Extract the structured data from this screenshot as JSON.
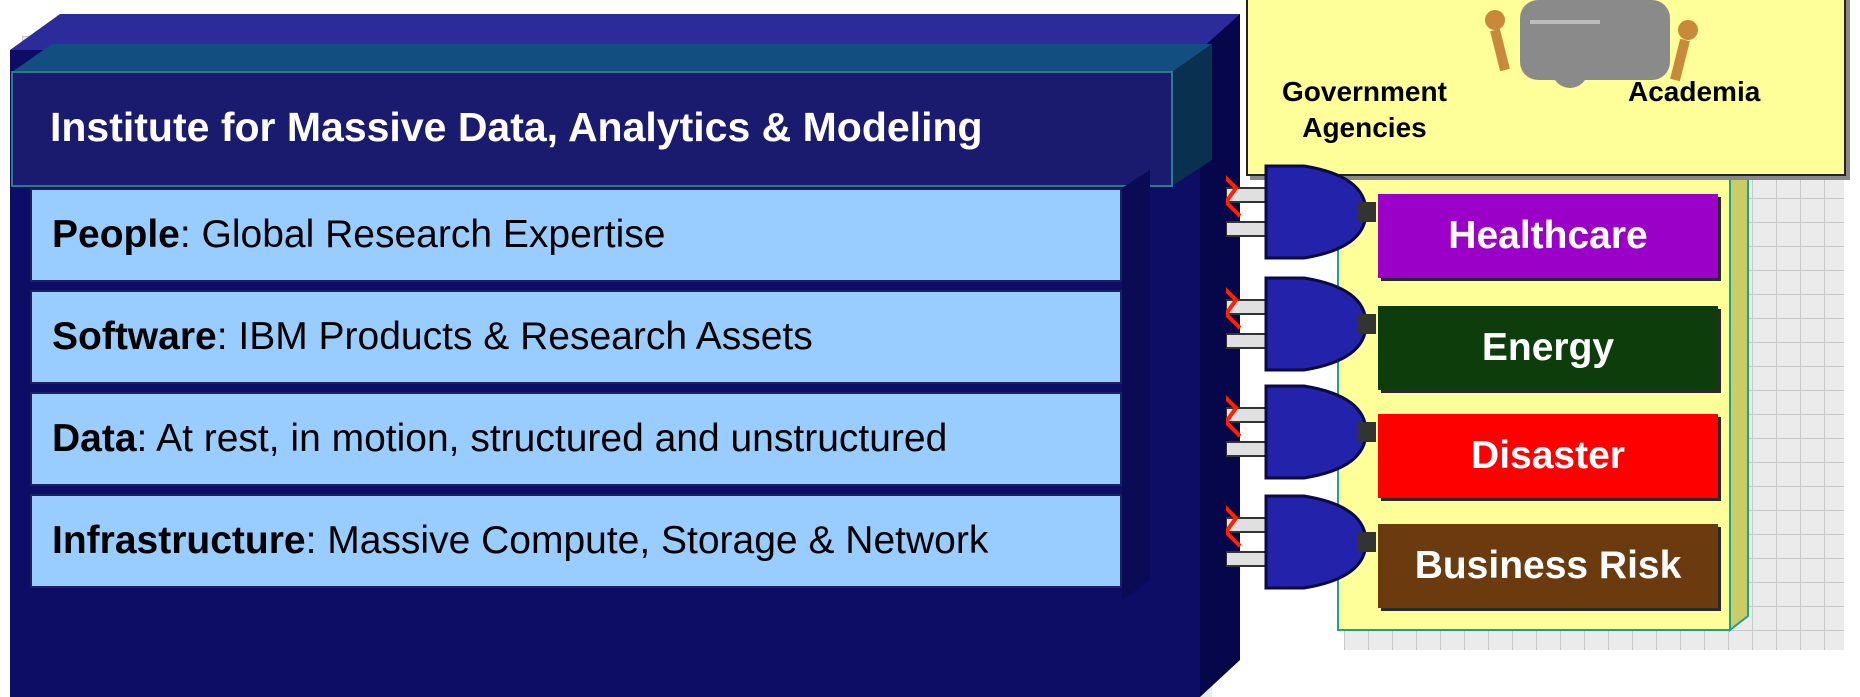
{
  "institute": {
    "title": "Institute for Massive Data, Analytics & Modeling",
    "layers": [
      {
        "bold": "People",
        "rest": ": Global Research Expertise"
      },
      {
        "bold": "Software",
        "rest": ": IBM Products & Research Assets"
      },
      {
        "bold": "Data",
        "rest": ": At rest, in motion, structured and unstructured"
      },
      {
        "bold": "Infrastructure",
        "rest": ": Massive Compute, Storage & Network"
      }
    ]
  },
  "partners": {
    "government": "Government\nAgencies",
    "academia": "Academia",
    "icon": "puzzle-people-icon"
  },
  "domains": [
    {
      "label": "Healthcare",
      "color": "#9a00c8"
    },
    {
      "label": "Energy",
      "color": "#0d3d0a"
    },
    {
      "label": "Disaster",
      "color": "#ff0000"
    },
    {
      "label": "Business Risk",
      "color": "#6b3a0e"
    }
  ],
  "colors": {
    "navy": "#0d0d66",
    "layer": "#99ccff",
    "panel": "#ffff99",
    "plug": "#2222aa"
  }
}
